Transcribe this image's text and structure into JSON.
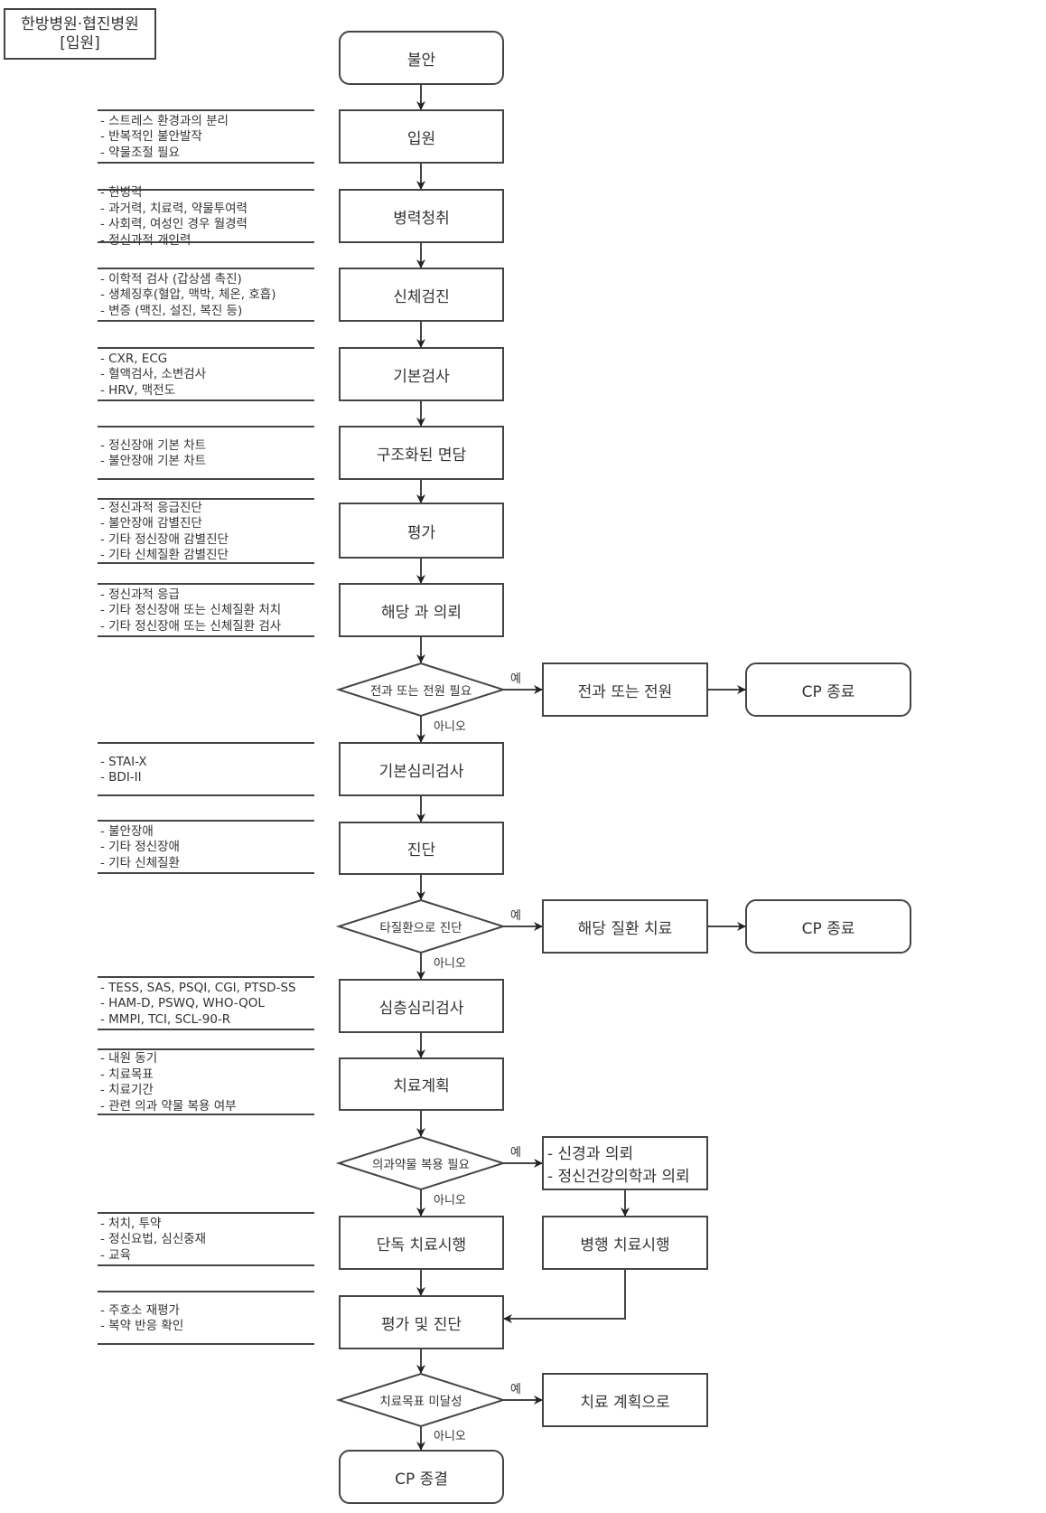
{
  "title": {
    "line1": "한방병원·협진병원",
    "line2": "[입원]"
  },
  "nodes": {
    "start": "불안",
    "admission": "입원",
    "history": "병력청취",
    "physical_exam": "신체검진",
    "basic_tests": "기본검사",
    "structured_interview": "구조화된 면담",
    "evaluation": "평가",
    "referral": "해당 과 의뢰",
    "decision_transfer": "전과 또는 전원 필요",
    "transfer": "전과 또는 전원",
    "cp_end_1": "CP 종료",
    "basic_psych_test": "기본심리검사",
    "diagnosis": "진단",
    "decision_other_disease": "타질환으로 진단",
    "other_disease_treatment": "해당 질환 치료",
    "cp_end_2": "CP 종료",
    "deep_psych_test": "심층심리검사",
    "treatment_plan": "치료계획",
    "decision_medication": "의과약물 복용 필요",
    "referral_list": [
      "- 신경과 의뢰",
      "- 정신건강의학과 의뢰"
    ],
    "solo_treatment": "단독 치료시행",
    "combined_treatment": "병행 치료시행",
    "eval_diagnosis": "평가 및 진단",
    "decision_goal": "치료목표 미달성",
    "back_to_plan": "치료 계획으로",
    "cp_close": "CP 종결"
  },
  "edge_labels": {
    "yes": "예",
    "no": "아니오"
  },
  "notes": {
    "admission": [
      "- 스트레스 환경과의 분리",
      "- 반복적인 불안발작",
      "- 약물조절 필요"
    ],
    "history": [
      "- 현병력",
      "- 과거력, 치료력, 약물투여력",
      "- 사회력, 여성인 경우 월경력",
      "- 정신과적 개인력"
    ],
    "physical_exam": [
      "- 이학적 검사 (갑상샘 촉진)",
      "- 생체징후(혈압, 맥박, 체온, 호흡)",
      "- 변증 (맥진, 설진, 복진 등)"
    ],
    "basic_tests": [
      "- CXR, ECG",
      "- 혈액검사, 소변검사",
      "- HRV, 맥전도"
    ],
    "structured_interview": [
      "- 정신장애 기본 차트",
      "- 불안장애 기본 차트"
    ],
    "evaluation": [
      "- 정신과적 응급진단",
      "- 불안장애 감별진단",
      "- 기타 정신장애 감별진단",
      "- 기타 신체질환 감별진단"
    ],
    "referral": [
      "- 정신과적 응급",
      "- 기타 정신장애 또는 신체질환 처치",
      "- 기타 정신장애 또는 신체질환 검사"
    ],
    "basic_psych_test": [
      "- STAI-X",
      "- BDI-II"
    ],
    "diagnosis": [
      "- 불안장애",
      "- 기타 정신장애",
      "- 기타 신체질환"
    ],
    "deep_psych_test": [
      "- TESS, SAS, PSQI, CGI, PTSD-SS",
      "- HAM-D, PSWQ, WHO-QOL",
      "- MMPI, TCI, SCL-90-R"
    ],
    "treatment_plan": [
      "- 내원 동기",
      "- 치료목표",
      "- 치료기간",
      "- 관련 의과 약물 복용 여부"
    ],
    "solo_treatment": [
      "- 처치, 투약",
      "- 정신요법, 심신중재",
      "- 교육"
    ],
    "eval_diagnosis": [
      "- 주호소 재평가",
      "- 복약 반응 확인"
    ]
  },
  "colors": {
    "stroke": "#444444",
    "text": "#333333",
    "background": "#ffffff"
  }
}
